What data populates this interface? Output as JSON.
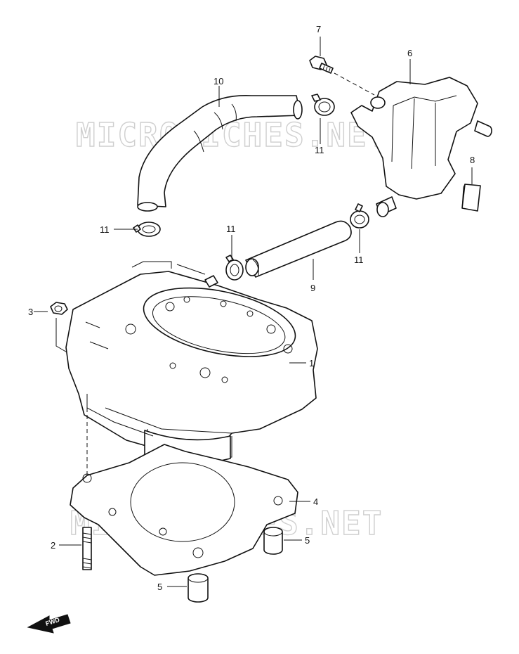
{
  "watermarks": [
    "MICROFICHES.NET",
    "MICROFICHES.NET"
  ],
  "fwd_label": "FWD",
  "callouts": [
    {
      "id": "c1",
      "text": "1"
    },
    {
      "id": "c2",
      "text": "2"
    },
    {
      "id": "c3",
      "text": "3"
    },
    {
      "id": "c4",
      "text": "4"
    },
    {
      "id": "c5a",
      "text": "5"
    },
    {
      "id": "c5b",
      "text": "5"
    },
    {
      "id": "c6",
      "text": "6"
    },
    {
      "id": "c7",
      "text": "7"
    },
    {
      "id": "c8",
      "text": "8"
    },
    {
      "id": "c9",
      "text": "9"
    },
    {
      "id": "c10",
      "text": "10"
    },
    {
      "id": "c11a",
      "text": "11"
    },
    {
      "id": "c11b",
      "text": "11"
    },
    {
      "id": "c11c",
      "text": "11"
    },
    {
      "id": "c11d",
      "text": "11"
    }
  ]
}
